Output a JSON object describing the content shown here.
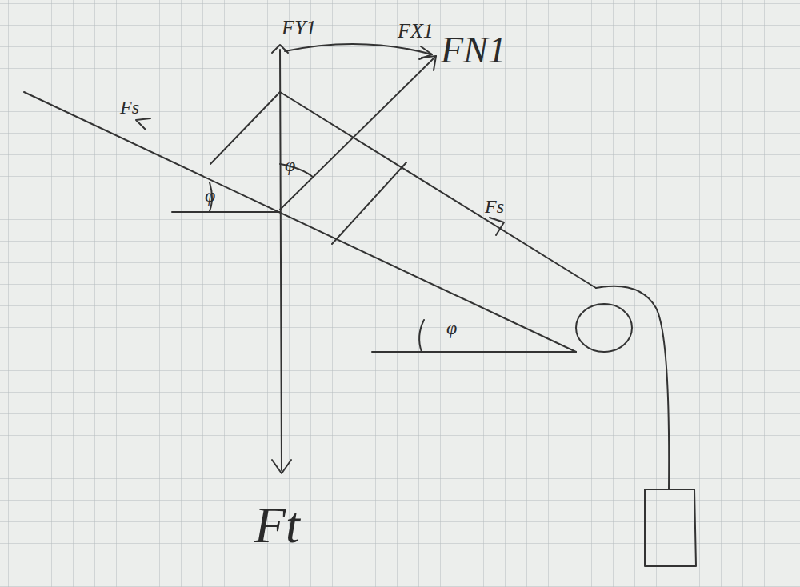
{
  "diagram": {
    "labels": [
      "FY1",
      "FX1",
      "FN1",
      "Fs",
      "φ",
      "φ",
      "Fs",
      "φ",
      "Ft"
    ]
  }
}
